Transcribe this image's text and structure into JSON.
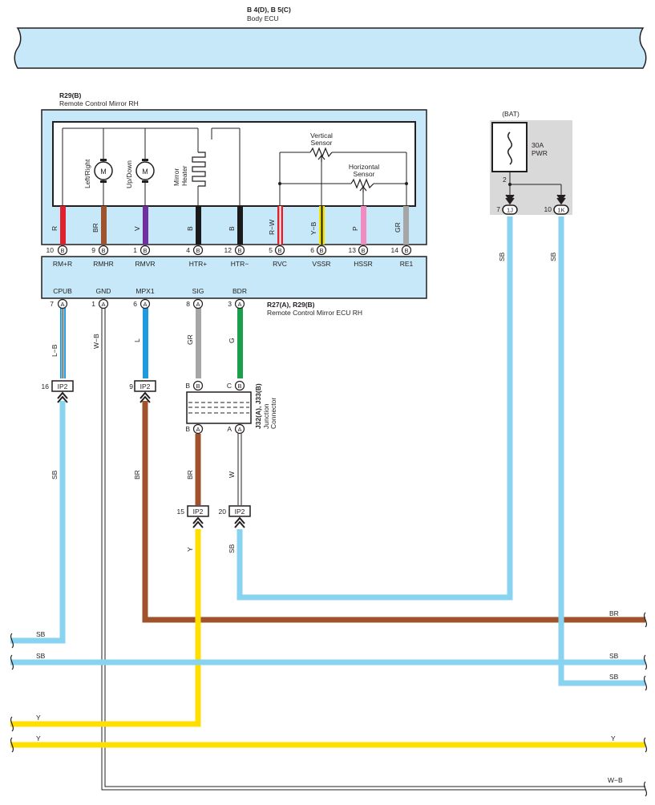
{
  "body_ecu": {
    "code": "B 4(D), B 5(C)",
    "name": "Body ECU"
  },
  "mirror": {
    "code": "R29(B)",
    "name": "Remote Control Mirror RH",
    "motor1": "Left/Right",
    "motor2": "Up/Down",
    "motor_symbol": "M",
    "heater_l1": "Mirror",
    "heater_l2": "Heater",
    "vsensor_l1": "Vertical",
    "vsensor_l2": "Sensor",
    "hsensor_l1": "Horizontal",
    "hsensor_l2": "Sensor"
  },
  "mirror_pins": [
    {
      "color": "R",
      "hex": "#e0202a",
      "pin": "10",
      "conn": "B",
      "name": "RM+R"
    },
    {
      "color": "BR",
      "hex": "#a0522d",
      "pin": "9",
      "conn": "B",
      "name": "RMHR"
    },
    {
      "color": "V",
      "hex": "#7030a0",
      "pin": "1",
      "conn": "B",
      "name": "RMVR"
    },
    {
      "color": "B",
      "hex": "#1a1a1a",
      "pin": "4",
      "conn": "B",
      "name": "HTR+"
    },
    {
      "color": "B",
      "hex": "#1a1a1a",
      "pin": "12",
      "conn": "B",
      "name": "HTR−"
    },
    {
      "color": "R−W",
      "hex": "#e0202a",
      "pin": "5",
      "conn": "B",
      "name": "RVC"
    },
    {
      "color": "Y−B",
      "hex": "#f5e400",
      "pin": "6",
      "conn": "B",
      "name": "VSSR"
    },
    {
      "color": "P",
      "hex": "#f08cc0",
      "pin": "13",
      "conn": "B",
      "name": "HSSR"
    },
    {
      "color": "GR",
      "hex": "#a6a6a6",
      "pin": "14",
      "conn": "B",
      "name": "RE1"
    }
  ],
  "ecu": {
    "code": "R27(A), R29(B)",
    "name": "Remote Control Mirror ECU RH"
  },
  "ecu_pins": [
    {
      "name": "CPUB",
      "pin": "7",
      "conn": "A",
      "color": "L−B",
      "hex": "#87d3f0"
    },
    {
      "name": "GND",
      "pin": "1",
      "conn": "A",
      "color": "W−B",
      "hex": "#ffffff"
    },
    {
      "name": "MPX1",
      "pin": "6",
      "conn": "A",
      "color": "L",
      "hex": "#1e9be0"
    },
    {
      "name": "SIG",
      "pin": "8",
      "conn": "A",
      "color": "GR",
      "hex": "#a6a6a6"
    },
    {
      "name": "BDR",
      "pin": "3",
      "conn": "A",
      "color": "G",
      "hex": "#1aa04a"
    }
  ],
  "fuse": {
    "bat": "(BAT)",
    "rating": "30A",
    "name": "PWR",
    "node": "2",
    "pin1": "7",
    "conn1": "1J",
    "pin2": "10",
    "conn2": "1K"
  },
  "ip2": [
    {
      "pin": "16",
      "label": "IP2"
    },
    {
      "pin": "9",
      "label": "IP2"
    },
    {
      "pin": "15",
      "label": "IP2"
    },
    {
      "pin": "20",
      "label": "IP2"
    }
  ],
  "junction": {
    "code": "J32(A), J33(B)",
    "name1": "Junction",
    "name2": "Connector",
    "top_left_letter": "B",
    "top_left_conn": "B",
    "top_right_letter": "C",
    "top_right_conn": "B",
    "bot_left_letter": "B",
    "bot_left_conn": "A",
    "bot_right_letter": "A",
    "bot_right_conn": "A"
  },
  "wire_labels": {
    "sb_16": "SB",
    "br_9": "BR",
    "br_15": "BR",
    "w_20": "W",
    "y_15": "Y",
    "sb_20": "SB",
    "sb_1j": "SB",
    "sb_1k": "SB"
  },
  "bottom_wires": [
    {
      "color": "SB",
      "right": ""
    },
    {
      "color": "",
      "right": "BR"
    },
    {
      "color": "SB",
      "right": "SB"
    },
    {
      "color": "",
      "right": "SB"
    },
    {
      "color": "Y",
      "right": ""
    },
    {
      "color": "Y",
      "right": "Y"
    },
    {
      "color": "",
      "right": "W−B"
    }
  ],
  "colors": {
    "sb": "#87d3f0",
    "br": "#a0522d",
    "y": "#ffdf00",
    "box_fill": "#c6e8f8",
    "fuse_bg": "#d9d9d9"
  }
}
